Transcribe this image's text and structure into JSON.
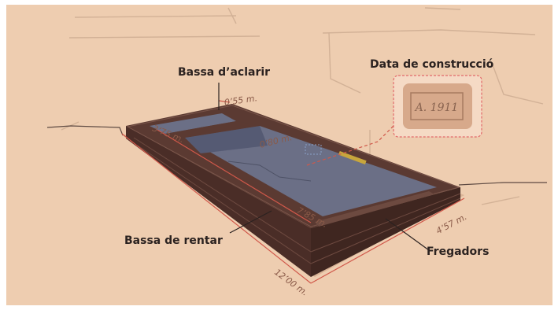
{
  "labels": {
    "rinsing_basin": "Bassa d’aclarir",
    "construction_date": "Data de construcció",
    "washing_basin": "Bassa de rentar",
    "scrubbers": "Fregadors"
  },
  "dimensions": {
    "rinse_width": "0’55 m.",
    "rinse_length": "3’75 m.",
    "wash_depth": "0’80 m.",
    "wash_length": "7’85 m.",
    "total_width": "4’57 m.",
    "total_length": "12’00 m."
  },
  "plaque_inscription": "A. 1911",
  "colors": {
    "background": "#eecdb0",
    "wall": "#5b3a32",
    "water": "#6b6f86",
    "dimension_line": "#d0584a",
    "stone": "#d7a98b"
  }
}
